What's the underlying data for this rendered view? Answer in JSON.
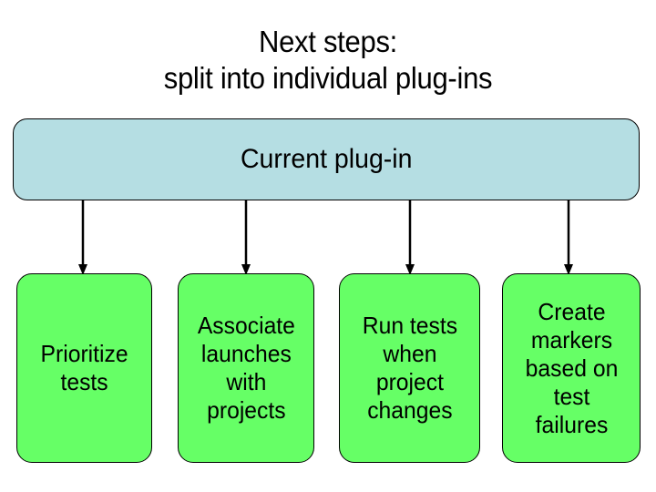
{
  "slide": {
    "title": "Next steps:\nsplit into individual plug-ins",
    "title_line_1": "Next steps:",
    "title_line_2": "split into individual plug-ins",
    "background_color": "#ffffff"
  },
  "diagram": {
    "type": "tree",
    "parent": {
      "label": "Current plug-in",
      "fill_color": "#b5dee3",
      "border_color": "#000000",
      "shape": "rounded-rectangle"
    },
    "children": [
      {
        "label": "Prioritize\ntests",
        "fill_color": "#66ff66",
        "border_color": "#000000",
        "shape": "rounded-rectangle"
      },
      {
        "label": "Associate\nlaunches\nwith\nprojects",
        "fill_color": "#66ff66",
        "border_color": "#000000",
        "shape": "rounded-rectangle"
      },
      {
        "label": "Run tests\nwhen\nproject\nchanges",
        "fill_color": "#66ff66",
        "border_color": "#000000",
        "shape": "rounded-rectangle"
      },
      {
        "label": "Create\nmarkers\nbased on\ntest\nfailures",
        "fill_color": "#66ff66",
        "border_color": "#000000",
        "shape": "rounded-rectangle"
      }
    ],
    "connectors": [
      {
        "name": "arrow-down-1",
        "from": "parent",
        "to": "child-0"
      },
      {
        "name": "arrow-down-2",
        "from": "parent",
        "to": "child-1"
      },
      {
        "name": "arrow-down-3",
        "from": "parent",
        "to": "child-2"
      },
      {
        "name": "arrow-down-4",
        "from": "parent",
        "to": "child-3"
      }
    ]
  }
}
